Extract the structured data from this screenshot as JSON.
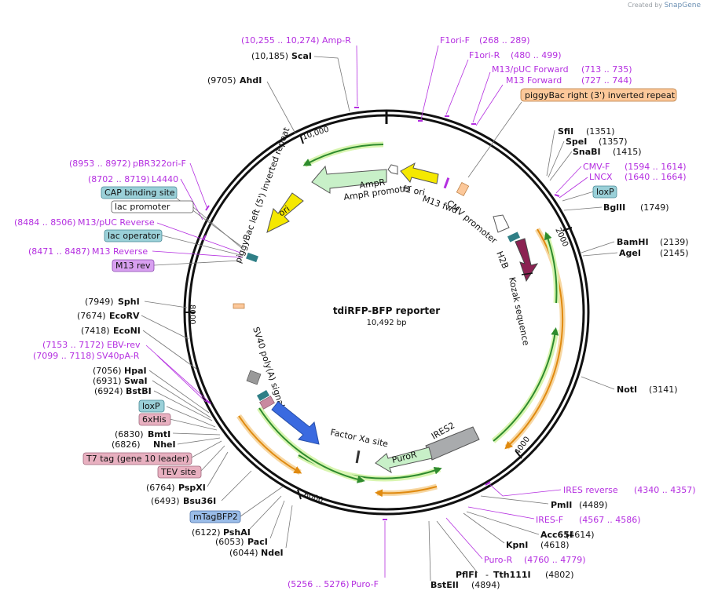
{
  "created_by": {
    "prefix": "Created by",
    "brand": "SnapGene"
  },
  "plasmid": {
    "name": "tdiRFP-BFP reporter",
    "size": "10,492 bp"
  },
  "ticks": {
    "t2000": "2000",
    "t4000": "4000",
    "t6000": "6000",
    "t8000": "8000",
    "t10000": "10,000"
  },
  "sites": {
    "scai": {
      "name": "ScaI",
      "pos": "(10,185)"
    },
    "ahdi": {
      "name": "AhdI",
      "pos": "(9705)"
    },
    "sfii": {
      "name": "SfiI",
      "pos": "(1351)"
    },
    "spei": {
      "name": "SpeI",
      "pos": "(1357)"
    },
    "snabi": {
      "name": "SnaBI",
      "pos": "(1415)"
    },
    "bglii": {
      "name": "BglII",
      "pos": "(1749)"
    },
    "bamhi": {
      "name": "BamHI",
      "pos": "(2139)"
    },
    "agei": {
      "name": "AgeI",
      "pos": "(2145)"
    },
    "noti": {
      "name": "NotI",
      "pos": "(3141)"
    },
    "pmli": {
      "name": "PmlI",
      "pos": "(4489)"
    },
    "acc65i": {
      "name": "Acc65I",
      "pos": "(4614)"
    },
    "kpni": {
      "name": "KpnI",
      "pos": "(4618)"
    },
    "pflfi": {
      "name": "PflFI",
      "dash": "-",
      "tth": "Tth111I",
      "pos": "(4802)"
    },
    "bsteii": {
      "name": "BstEII",
      "pos": "(4894)"
    },
    "ndei": {
      "name": "NdeI",
      "pos": "(6044)"
    },
    "paci": {
      "name": "PacI",
      "pos": "(6053)"
    },
    "pshai": {
      "name": "PshAI",
      "pos": "(6122)"
    },
    "bsu36i": {
      "name": "Bsu36I",
      "pos": "(6493)"
    },
    "pspxi": {
      "name": "PspXI",
      "pos": "(6764)"
    },
    "nhei": {
      "name": "NheI",
      "pos": "(6826)"
    },
    "bmti": {
      "name": "BmtI",
      "pos": "(6830)"
    },
    "bstbi": {
      "name": "BstBI",
      "pos": "(6924)"
    },
    "swai": {
      "name": "SwaI",
      "pos": "(6931)"
    },
    "hpai": {
      "name": "HpaI",
      "pos": "(7056)"
    },
    "econi": {
      "name": "EcoNI",
      "pos": "(7418)"
    },
    "ecorv": {
      "name": "EcoRV",
      "pos": "(7674)"
    },
    "sphi": {
      "name": "SphI",
      "pos": "(7949)"
    }
  },
  "primers": {
    "ampr": {
      "range": "(10,255 .. 10,274)",
      "name": "Amp-R"
    },
    "f1ori_f": {
      "name": "F1ori-F",
      "range": "(268 .. 289)"
    },
    "f1ori_r": {
      "name": "F1ori-R",
      "range": "(480 .. 499)"
    },
    "m13_puc_fwd": {
      "name": "M13/pUC Forward",
      "range": "(713 .. 735)"
    },
    "m13_fwd": {
      "name": "M13 Forward",
      "range": "(727 .. 744)"
    },
    "cmv_f": {
      "name": "CMV-F",
      "range": "(1594 .. 1614)"
    },
    "lncx": {
      "name": "LNCX",
      "range": "(1640 .. 1664)"
    },
    "ires_rev": {
      "name": "IRES reverse",
      "range": "(4340 .. 4357)"
    },
    "ires_f": {
      "name": "IRES-F",
      "range": "(4567 .. 4586)"
    },
    "puro_r": {
      "name": "Puro-R",
      "range": "(4760 .. 4779)"
    },
    "puro_f": {
      "range": "(5256 .. 5276)",
      "name": "Puro-F"
    },
    "ebv_rev": {
      "range": "(7153 .. 7172)",
      "name": "EBV-rev"
    },
    "sv40pa_r": {
      "range": "(7099 .. 7118)",
      "name": "SV40pA-R"
    },
    "m13_puc_rev": {
      "range": "(8484 .. 8506)",
      "name": "M13/pUC Reverse"
    },
    "m13_rev_primer": {
      "range": "(8471 .. 8487)",
      "name": "M13 Reverse"
    },
    "pbr322": {
      "range": "(8953 .. 8972)",
      "name": "pBR322ori-F"
    },
    "l4440": {
      "range": "(8702 .. 8719)",
      "name": "L4440"
    }
  },
  "boxes": {
    "pbac_right": "piggyBac right (3') inverted repeat",
    "loxp1": "loxP",
    "cap": "CAP binding site",
    "lacprom": "lac promoter",
    "lacop": "lac operator",
    "m13rev": "M13 rev",
    "loxp2": "loxP",
    "his": "6xHis",
    "t7": "T7 tag (gene 10 leader)",
    "tev": "TEV site",
    "mtag": "mTagBFP2"
  },
  "features": {
    "ampr": "AmpR",
    "ampr_promoter": "AmpR promoter",
    "f1ori": "f1 ori",
    "m13fwd": "M13 fwd",
    "cmv": "CMV promoter",
    "h2b": "H2B",
    "kozak": "Kozak sequence",
    "ori": "ori",
    "pbac_left": "piggyBac left (5') inverted repeat",
    "sv40": "SV40 poly(A) signal",
    "factorxa": "Factor Xa site",
    "ires2": "IRES2",
    "puror": "PuroR"
  },
  "colors": {
    "backbone": "#111111",
    "primer": "#b42ee0",
    "ampr": "#c8f0c8",
    "ori": "#f5e800",
    "h2b": "#8b2252",
    "gfp_orange": "#f0a030",
    "green_arc": "#2e8b2e",
    "blue_arrow": "#3a6ae0",
    "ires": "#a9abad",
    "pbac": "#fcc89a"
  }
}
